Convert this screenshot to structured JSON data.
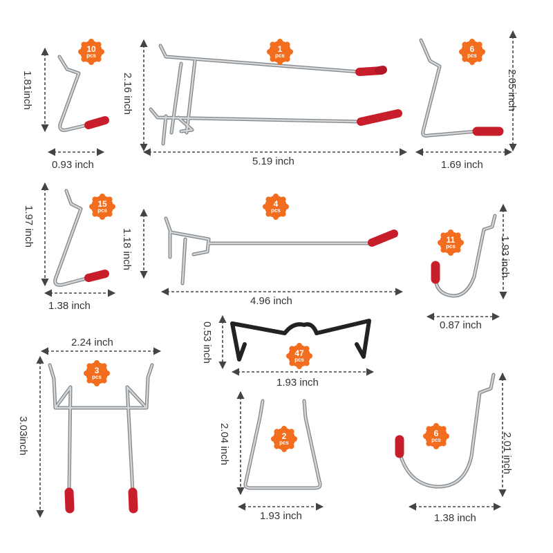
{
  "colors": {
    "badge": "#f26d1e",
    "metal": "#b5b9bd",
    "cap": "#c81e2b",
    "bracket": "#222222",
    "guide": "#444444"
  },
  "unit_label": "pcs",
  "items": [
    {
      "qty": "10",
      "height": "1.81inch",
      "width": "0.93 inch"
    },
    {
      "qty": "1",
      "height": "2.16 inch",
      "width": "5.19 inch"
    },
    {
      "qty": "6",
      "height": "2.05 inch",
      "width": "1.69 inch"
    },
    {
      "qty": "15",
      "height": "1.97 inch",
      "width": "1.38 inch"
    },
    {
      "qty": "4",
      "height": "1.18 inch",
      "width": "4.96 inch"
    },
    {
      "qty": "11",
      "height": "1.93 inch",
      "width": "0.87 inch"
    },
    {
      "qty": "47",
      "height": "0.53 inch",
      "width": "1.93 inch"
    },
    {
      "qty": "3",
      "height": "3.03inch",
      "width": "2.24 inch"
    },
    {
      "qty": "2",
      "height": "2.04 inch",
      "width": "1.93 inch"
    },
    {
      "qty": "6",
      "height": "2.01 inch",
      "width": "1.38 inch"
    }
  ]
}
